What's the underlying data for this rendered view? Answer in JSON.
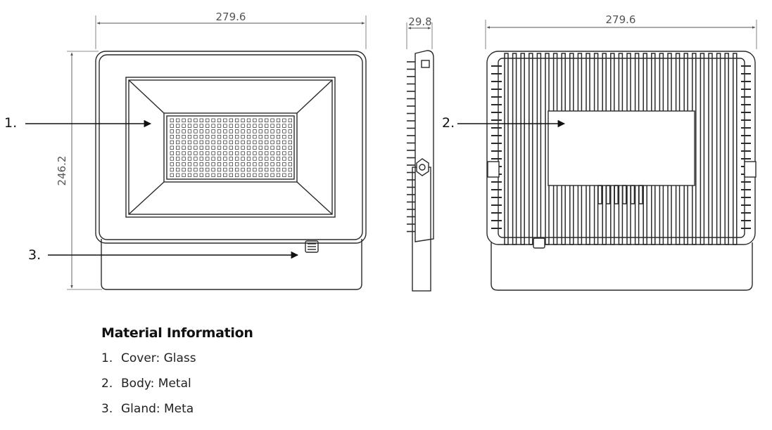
{
  "dimensions": {
    "front_width": "279.6",
    "front_height": "246.2",
    "side_depth": "29.8",
    "back_width": "279.6"
  },
  "callouts": [
    {
      "label": "1."
    },
    {
      "label": "2."
    },
    {
      "label": "3."
    }
  ],
  "material_info": {
    "title": "Material Information",
    "items": [
      {
        "number": "1.",
        "text": "Cover: Glass"
      },
      {
        "number": "2.",
        "text": "Body: Metal"
      },
      {
        "number": "3.",
        "text": "Gland: Meta"
      }
    ]
  },
  "colors": {
    "line": "#2a2a2a",
    "dimension_line": "#666666"
  }
}
